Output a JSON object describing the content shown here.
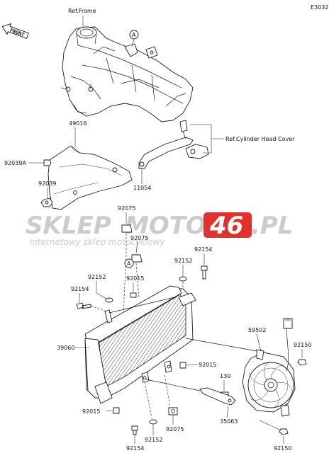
{
  "diagram_code": "E3032",
  "front_label": "FRONT",
  "watermark": {
    "brand_left": "SKLEP",
    "brand_mid": "MOTO",
    "brand_num": "46",
    "brand_right": ".PL",
    "tagline": "internetowy sklep motocyklowy",
    "color_gray": "#c8c8c8",
    "color_red": "#e0201b"
  },
  "callouts": {
    "ref_frame": "Ref.Frome",
    "ref_cylinder": "Ref.Cylinder Head Cover",
    "marker_a": "A"
  },
  "parts": {
    "p49016": "49016",
    "p92039a": "92039A",
    "p92039": "92039",
    "p11054": "11054",
    "p92075_top": "92075",
    "p92075_mid": "92075",
    "p92154_right": "92154",
    "p92152_right": "92152",
    "p92152_left": "92152",
    "p92015_mid": "92015",
    "p92154_left": "92154",
    "p39060": "39060",
    "p59502": "59502",
    "p92150_top": "92150",
    "p92015_right": "92015",
    "p130": "130",
    "p92015_bottom": "92015",
    "p35063": "35063",
    "p92152_bottom": "92152",
    "p92075_bottom": "92075",
    "p92154_bottom": "92154",
    "p92150_bottom": "92150"
  }
}
